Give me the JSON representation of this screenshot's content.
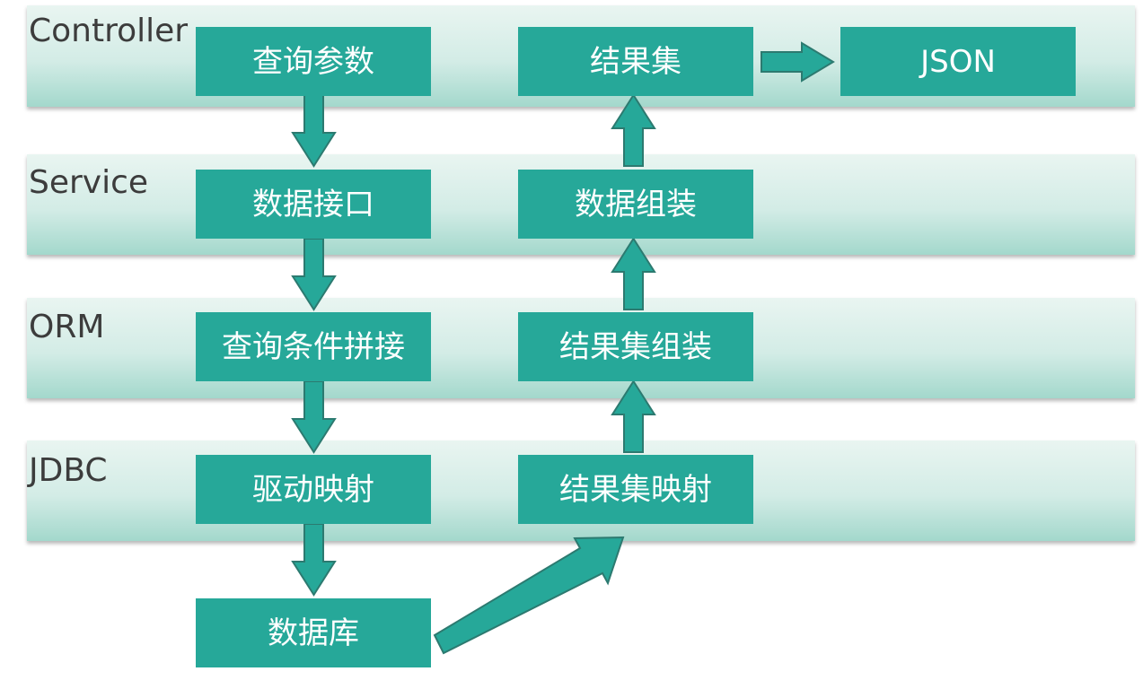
{
  "layers": {
    "controller": "Controller",
    "service": "Service",
    "orm": "ORM",
    "jdbc": "JDBC"
  },
  "nodes": {
    "query_params": "查询参数",
    "data_interface": "数据接口",
    "query_condition": "查询条件拼接",
    "driver_mapping": "驱动映射",
    "database": "数据库",
    "resultset_mapping": "结果集映射",
    "resultset_assembly": "结果集组装",
    "data_assembly": "数据组装",
    "resultset": "结果集",
    "json": "JSON"
  },
  "colors": {
    "box_fill": "#26a899",
    "arrow_outline": "#2c7a70",
    "band_top": "#e9f5f1",
    "band_bottom": "#a3d8cc",
    "label_text": "#3c3c3c"
  }
}
